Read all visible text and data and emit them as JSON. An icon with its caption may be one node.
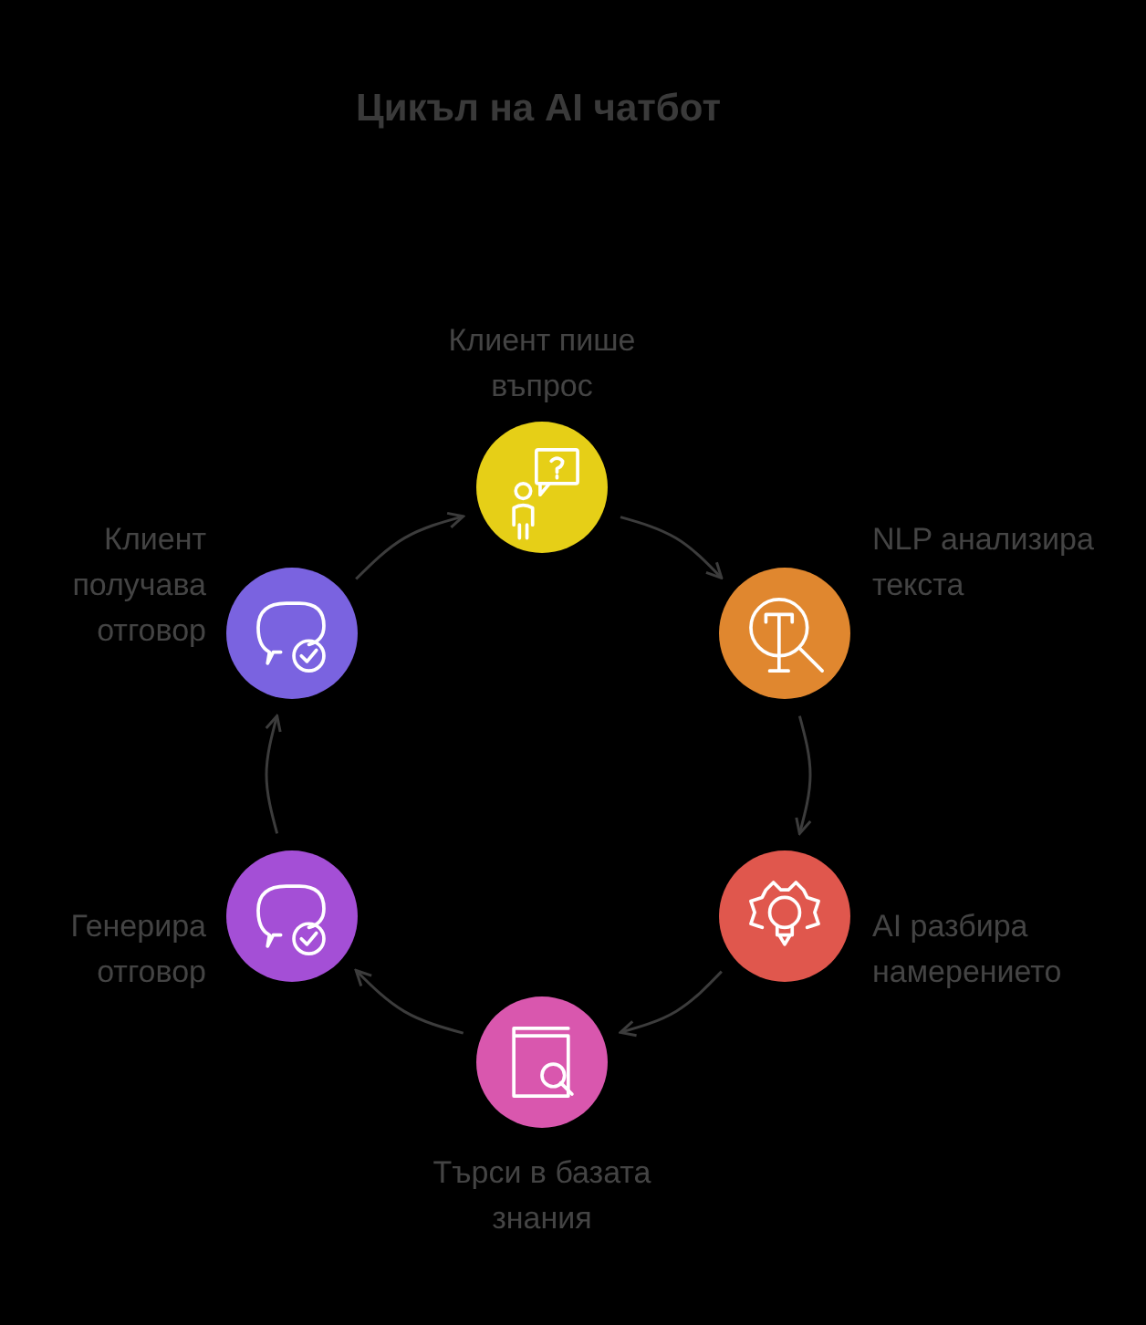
{
  "diagram": {
    "title": "Цикъл на AI чатбот",
    "nodes": [
      {
        "text": [],
        "shape": "circle",
        "beside": [
          "Клиент пише въпрос"
        ]
      },
      {
        "text": [],
        "shape": "circle",
        "beside": [
          "NLP анализира текста"
        ]
      },
      {
        "text": [],
        "shape": "circle",
        "beside": [
          "AI разбира намерението"
        ]
      },
      {
        "text": [],
        "shape": "circle",
        "beside": [
          "Търси в базата знания"
        ]
      },
      {
        "text": [],
        "shape": "circle",
        "beside": [
          "Генерира отговор"
        ]
      },
      {
        "text": [],
        "shape": "circle",
        "beside": [
          "Клиент получава отговор"
        ]
      }
    ],
    "edges": [
      {
        "from": 0,
        "to": 1,
        "arrow": "to"
      },
      {
        "from": 1,
        "to": 2,
        "arrow": "to"
      },
      {
        "from": 2,
        "to": 3,
        "arrow": "to"
      },
      {
        "from": 3,
        "to": 4,
        "arrow": "to"
      },
      {
        "from": 4,
        "to": 5,
        "arrow": "to"
      },
      {
        "from": 5,
        "to": 0,
        "arrow": "to"
      }
    ]
  }
}
